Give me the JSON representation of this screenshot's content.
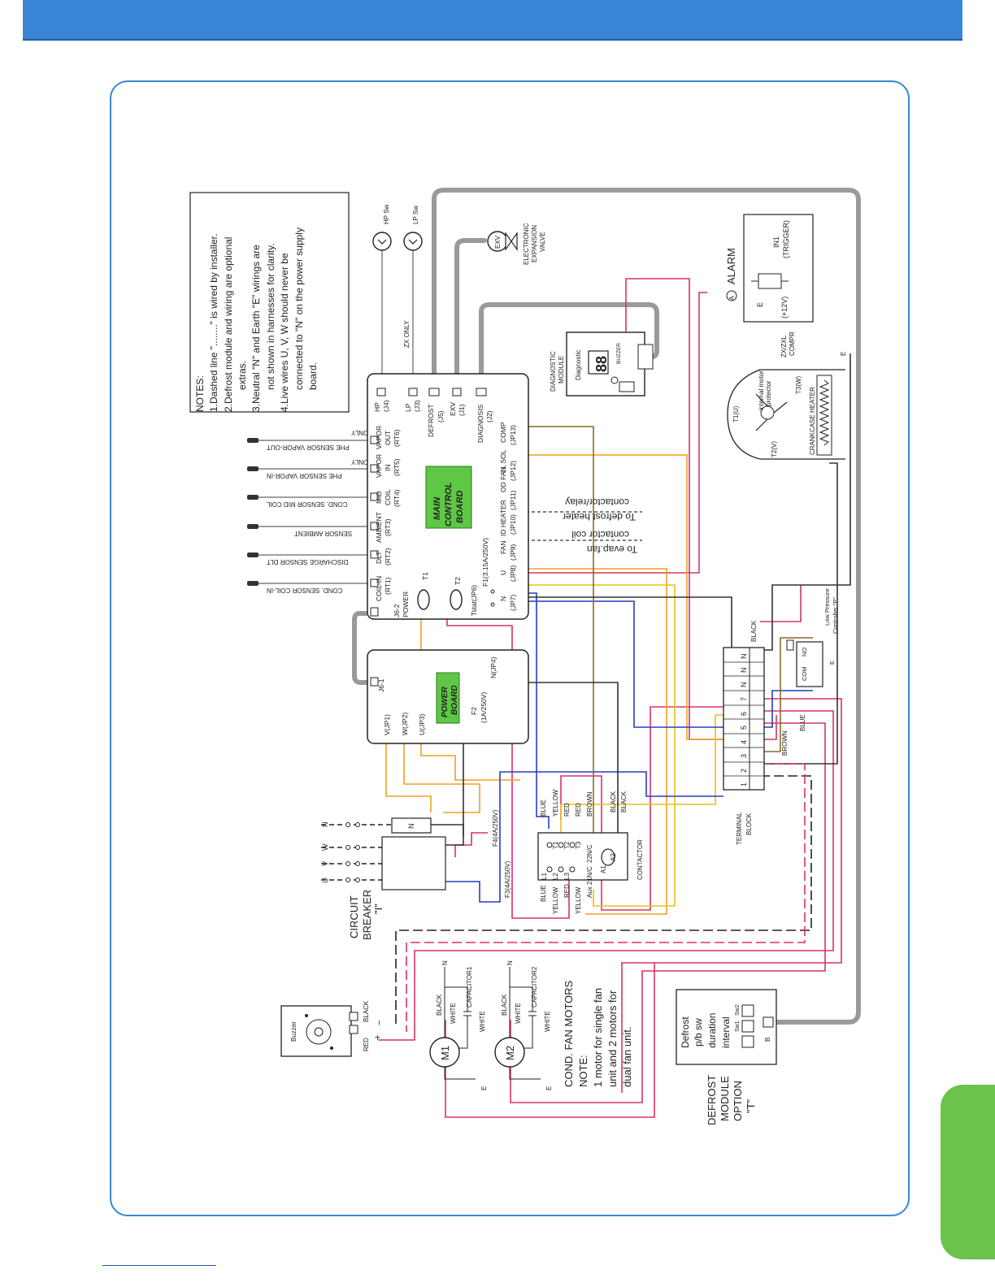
{
  "notes": {
    "title": "NOTES:",
    "n1": "1.Dashed line \"........\" is wired by installer.",
    "n2a": "2.Defrost module and wiring are optional",
    "n2b": "extras.",
    "n3a": "3.Neutral \"N\" and Earth \"E\" wirings are",
    "n3b": "not shown  in harnesses for clarity.",
    "n4a": "4.Live wires U, V, W should never be",
    "n4b": "connected to \"N\" on the power supply",
    "n4c": "board."
  },
  "main_board": {
    "label_1": "MAIN",
    "label_2": "CONTROL",
    "label_3": "BOARD",
    "top_ports": [
      {
        "a": "HP",
        "b": "(J4)"
      },
      {
        "a": "LP",
        "b": "(J3)"
      },
      {
        "a": "DEFROST",
        "b": "(J5)"
      },
      {
        "a": "EXV",
        "b": "(J1)"
      },
      {
        "a": "DIAGNOSIS",
        "b": "(J2)"
      }
    ],
    "sensor_ports": [
      {
        "a": "VAPOR",
        "b": "OUT",
        "c": "(RT6)"
      },
      {
        "a": "VAPOR",
        "b": "IN",
        "c": "(RT5)"
      },
      {
        "a": "MID",
        "b": "COIL",
        "c": "(RT4)"
      },
      {
        "a": "AMBIENT",
        "b": "(RT3)",
        "c": ""
      },
      {
        "a": "DLT",
        "b": "(RT2)",
        "c": ""
      },
      {
        "a": "COIL-IN",
        "b": "(RT1)",
        "c": ""
      }
    ],
    "j62_a": "J6-2",
    "j62_b": "POWER",
    "t1": "T1",
    "t2": "T2",
    "tstat": "Tstat(JP6)",
    "f1": "F1(3.15A/250V)",
    "right_ports": [
      {
        "a": "COMP",
        "b": "(JP13)"
      },
      {
        "a": "LL SOL",
        "b": "(JP12)"
      },
      {
        "a": "OD FAN",
        "b": "(JP11)"
      },
      {
        "a": "ID HEATER",
        "b": "(JP10)"
      },
      {
        "a": "FAN",
        "b": "(JP9)"
      },
      {
        "a": "U",
        "b": "(JP8)"
      },
      {
        "a": "N",
        "b": "(JP7)"
      }
    ]
  },
  "sensors": [
    {
      "label": "PHE SENSOR VAPOR-OUT",
      "note": "ZXL ONLY"
    },
    {
      "label": "PHE SENSOR VAPOR-IN",
      "note": "ZXL ONLY"
    },
    {
      "label": "COND. SENSOR MID COIL",
      "note": ""
    },
    {
      "label": "SENSOR AMBIENT",
      "note": ""
    },
    {
      "label": "DISCHARGE SENSOR DLT",
      "note": ""
    },
    {
      "label": "COND. SENSOR COIL-IN",
      "note": ""
    }
  ],
  "switches": {
    "hp": "HP Sw",
    "lp": "LP Sw",
    "zx_only": "ZX ONLY"
  },
  "exv": {
    "symbol": "EXV",
    "l1": "ELECTRONIC",
    "l2": "EXPANSION",
    "l3": "VALVE"
  },
  "diagnostic": {
    "title_1": "DIAGNOSTIC",
    "title_2": "MODULE",
    "label": "Diagnostic",
    "display": "88",
    "buzzer": "BUZZER"
  },
  "alarm": {
    "symbol": "A",
    "title": "ALARM",
    "e": "E",
    "v12": "(+12V)",
    "in1": "IN1",
    "trigger": "(TRIGGER)"
  },
  "compressor": {
    "t1": "T1(U)",
    "t2": "T2(V)",
    "t3": "T3(W)",
    "protector_1": "internal motor",
    "protector_2": "protector",
    "heater": "CRANKCASE HEATER",
    "model_1": "ZX/ZXL",
    "model_2": "COMPR",
    "e": "E"
  },
  "relay_notes": {
    "r1": "contactor/relay",
    "r2": "To defrost heater",
    "r3": "contactor coil",
    "r4": "To evap.fan"
  },
  "power_board": {
    "label_1": "POWER",
    "label_2": "BOARD",
    "j61": "J6-1",
    "njp4": "N(JP4)",
    "f2_a": "F2",
    "f2_b": "(1A/250V)",
    "vjp1": "V(JP1)",
    "wjp2": "W(JP2)",
    "ujp3": "U(JP3)"
  },
  "terminal_block": {
    "title_1": "TERMINAL",
    "title_2": "BLOCK",
    "terminals": [
      "1",
      "2",
      "3",
      "4",
      "5",
      "6",
      "7",
      "N",
      "N",
      "N"
    ],
    "black": "BLACK",
    "brown": "BROWN",
    "blue": "BLUE"
  },
  "lp_controller": {
    "l1": "Low Pressure",
    "l2": "Controller \"P\"",
    "no": "NO",
    "com": "COM",
    "e": "E"
  },
  "contactor": {
    "title": "CONTACTOR",
    "l1": "L1",
    "l2": "L2",
    "l3": "L3",
    "t1": "T1",
    "t2": "T2",
    "t3": "T3",
    "nc22": "22N/C",
    "nc21": "Aux 21N/C",
    "a1": "A1",
    "a2": "A2",
    "top_wires": [
      "BLUE",
      "YELLOW",
      "RED",
      "RED",
      "BROWN",
      "BLACK",
      "BLACK"
    ],
    "bottom_wires": [
      "BLUE",
      "YELLOW",
      "RED",
      "YELLOW"
    ]
  },
  "breaker": {
    "title_1": "CIRCUIT",
    "title_2": "BREAKER",
    "title_3": "\"I\"",
    "u": "U",
    "v": "V",
    "w": "W",
    "n": "N",
    "n2": "N",
    "f3": "F3(4A/250V)",
    "f4": "F4(4A/250V)"
  },
  "buzzer": {
    "label": "Buzzer",
    "red": "RED",
    "black": "BLACK",
    "plus": "+",
    "minus": "−"
  },
  "fans": {
    "m1": "M1",
    "m2": "M2",
    "black": "BLACK",
    "white": "WHITE",
    "n": "N",
    "e": "E",
    "cap1": "CAPACITOR1",
    "cap2": "CAPACITOR2",
    "title": "COND. FAN MOTORS",
    "note": "NOTE:",
    "n1": "1 motor for single fan",
    "n2": "unit and 2 motors for",
    "n3": "dual fan unit."
  },
  "defrost": {
    "l1": "Defrost",
    "l2": "p/b sw",
    "l3": "duration",
    "l4": "interval",
    "sw1": "Sw1",
    "sw2": "Sw2",
    "b": "B",
    "option_1": "DEFROST",
    "option_2": "MODULE",
    "option_3": "OPTION",
    "option_4": "\"T\""
  },
  "colors": {
    "accent": "#3a86d6",
    "board_green": "#5ec746",
    "tab_green": "#6cc24a",
    "red": "#d8326a",
    "orange": "#f0a020",
    "yellow": "#e8c020",
    "blue": "#2a3cc0",
    "brown": "#8a6a2a",
    "black": "#222222",
    "grey": "#9a9a9a"
  }
}
